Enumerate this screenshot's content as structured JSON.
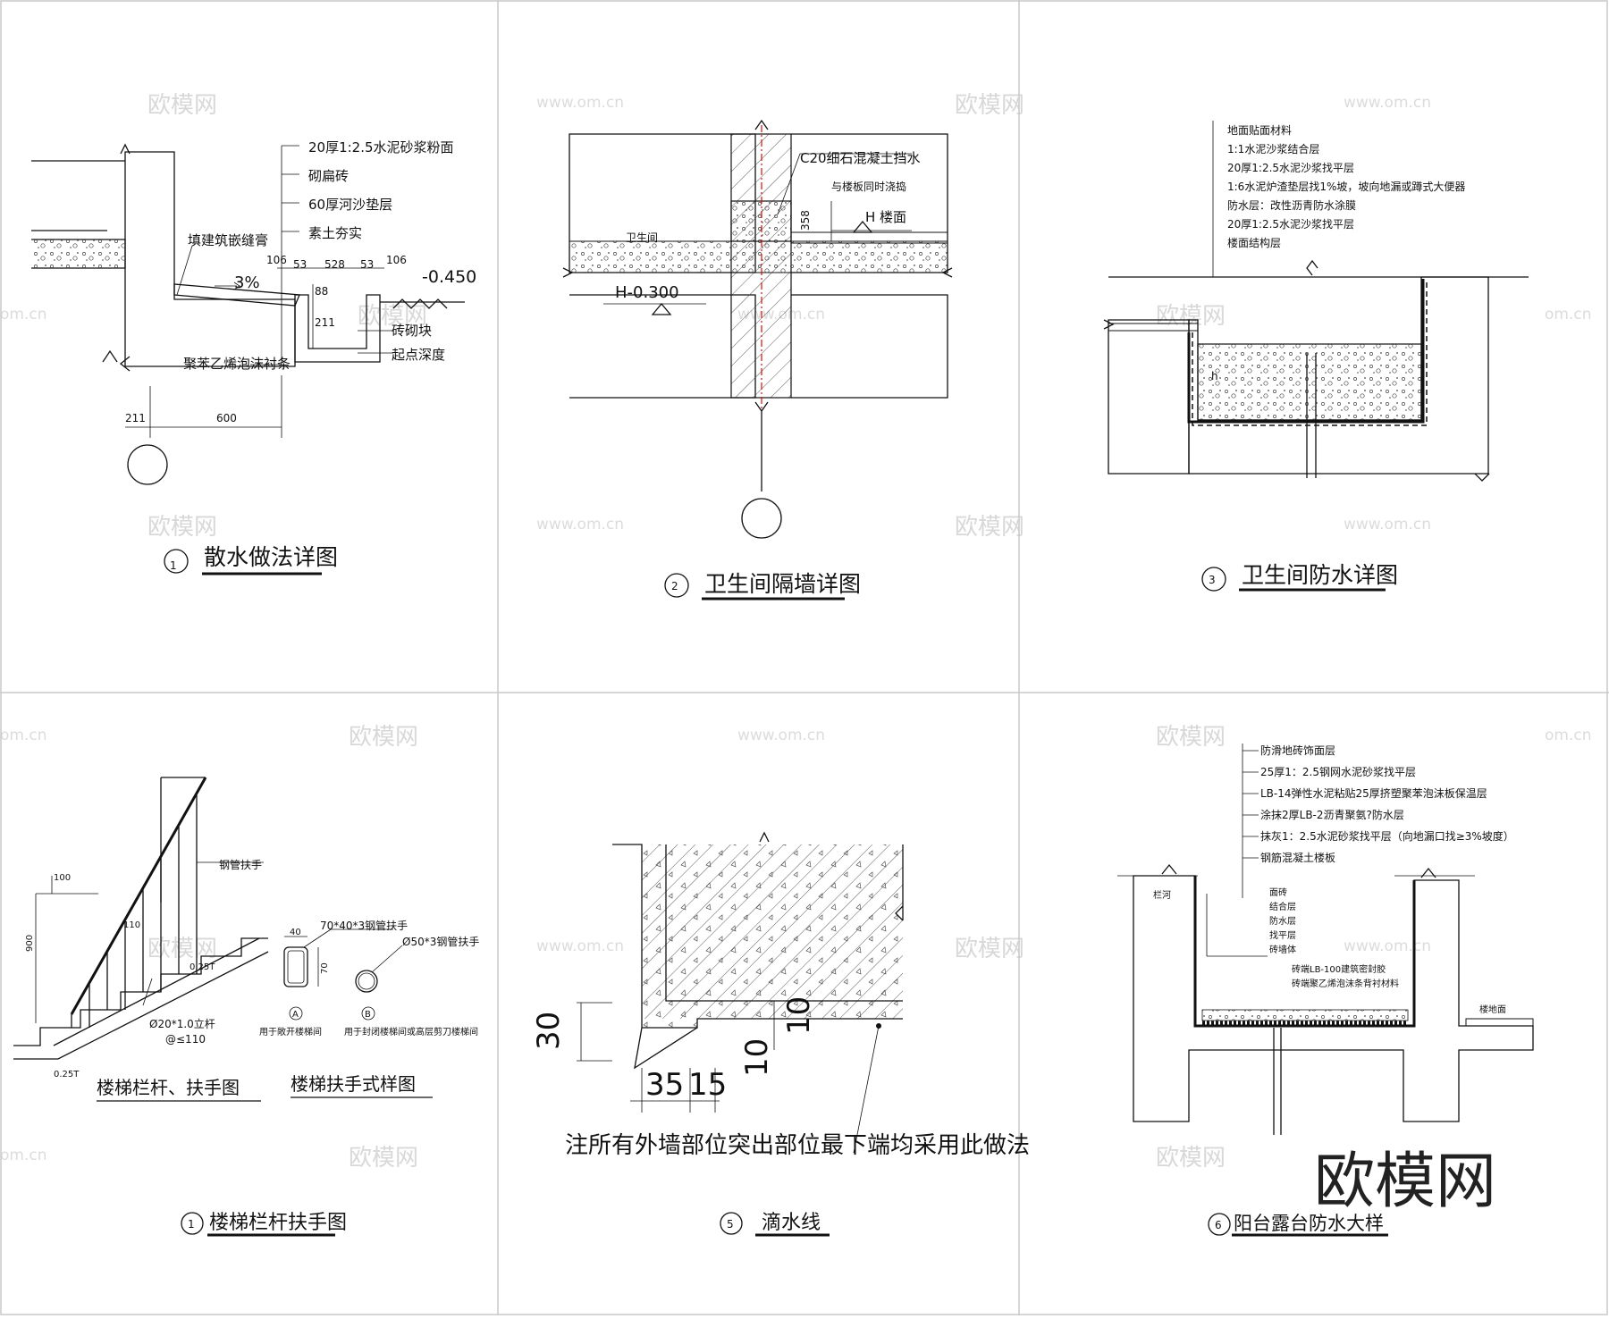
{
  "watermark": {
    "brand": "欧模网",
    "url": "www.om.cn",
    "url_short": "om.cn"
  },
  "panels": {
    "p1": {
      "number": "1",
      "title": "散水做法详图",
      "layers": [
        "20厚1:2.5水泥砂浆粉面",
        "砌扁砖",
        "60厚河沙垫层",
        "素土夯实"
      ],
      "callouts": [
        "填建筑嵌缝膏",
        "聚苯乙烯泡沫衬条",
        "砖砌块",
        "起点深度"
      ],
      "slope": "3%",
      "elevation": "-0.450",
      "dims": [
        "106",
        "53",
        "528",
        "53",
        "106",
        "88",
        "211",
        "211",
        "600"
      ]
    },
    "p2": {
      "number": "2",
      "title": "卫生间隔墙详图",
      "callouts": [
        "C20细石混凝土挡水",
        "与楼板同时浇捣"
      ],
      "room": "卫生间",
      "level_h": "H  楼面",
      "level_low": "H-0.300",
      "dim": "358"
    },
    "p3": {
      "number": "3",
      "title": "卫生间防水详图",
      "layers": [
        "地面贴面材料",
        "1:1水泥沙浆结合层",
        "20厚1:2.5水泥沙浆找平层",
        "1:6水泥炉渣垫层找1%坡，坡向地漏或蹲式大便器",
        "防水层：改性沥青防水涂膜",
        "20厚1:2.5水泥沙浆找平层",
        "楼面结构层"
      ],
      "h_mark": "h"
    },
    "p4": {
      "number": "1",
      "title": "楼梯栏杆扶手图",
      "sub_left": "楼梯栏杆、扶手图",
      "sub_right": "楼梯扶手式样图",
      "labels": [
        "钢管扶手",
        "Ø20*1.0立杆",
        "@≤110",
        "70*40*3钢管扶手",
        "Ø50*3钢管扶手",
        "用于敞开楼梯间",
        "用于封闭楼梯间或高层剪刀楼梯间"
      ],
      "dims": [
        "100",
        "900",
        "110",
        "0.25T",
        "0.25T",
        "40",
        "70"
      ],
      "marks": [
        "A",
        "B"
      ]
    },
    "p5": {
      "number": "5",
      "title": "滴水线",
      "note": "注所有外墙部位突出部位最下端均采用此做法",
      "dims": [
        "30",
        "35",
        "15",
        "10",
        "10"
      ]
    },
    "p6": {
      "number": "6",
      "title": "阳台露台防水大样",
      "layers": [
        "防滑地砖饰面层",
        "25厚1：2.5钢网水泥砂浆找平层",
        "LB-14弹性水泥粘贴25厚挤塑聚苯泡沫板保温层",
        "涂抹2厚LB-2沥青聚氨?防水层",
        "抹灰1：2.5水泥砂浆找平层（向地漏口找≥3%坡度）",
        "钢筋混凝土楼板"
      ],
      "inner_layers": [
        "面砖",
        "结合层",
        "防水层",
        "找平层",
        "砖墙体"
      ],
      "small_notes": [
        "砖端LB-100建筑密封胶",
        "砖端聚乙烯泡沫条背衬材料"
      ],
      "left_label": "栏河",
      "right_label": "楼地面"
    }
  }
}
